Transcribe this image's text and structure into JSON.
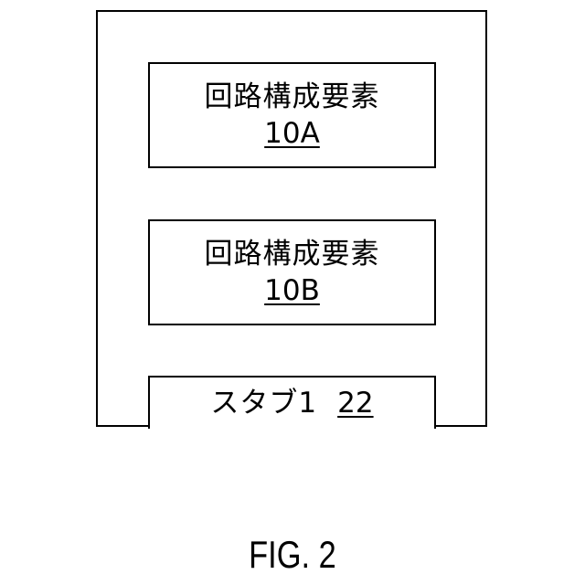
{
  "diagram": {
    "outer_container": {},
    "components": [
      {
        "title": "回路構成要素",
        "ref": "10A"
      },
      {
        "title": "回路構成要素",
        "ref": "10B"
      }
    ],
    "stub": {
      "label": "スタブ1",
      "ref": "22"
    }
  },
  "figure": {
    "caption": "FIG. 2"
  }
}
